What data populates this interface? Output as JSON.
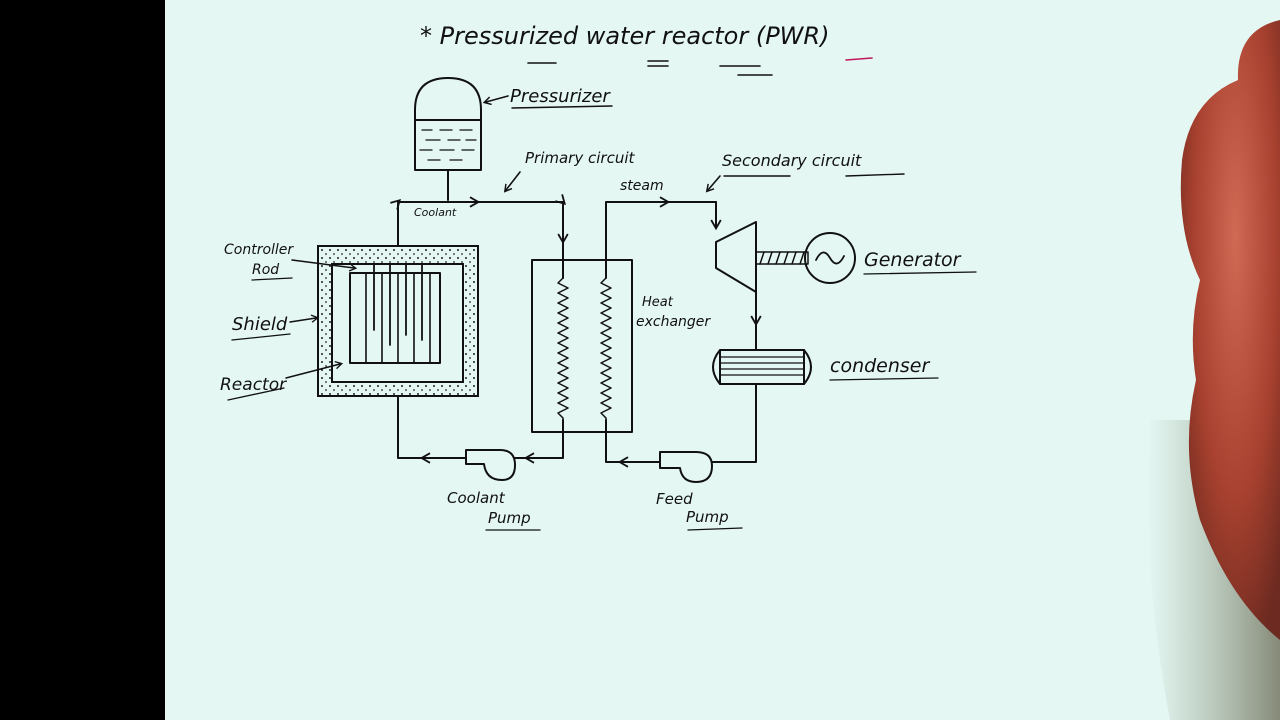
{
  "diagram": {
    "title": "* Pressurized water reactor (PWR)",
    "labels": {
      "pressurizer": "Pressurizer",
      "primary_circuit": "Primary circuit",
      "secondary_circuit": "Secondary circuit",
      "steam": "steam",
      "coolant": "Coolant",
      "controller_rod": "Controller",
      "controller_rod_2": "Rod",
      "shield": "Shield",
      "reactor": "Reactor",
      "heat_exchanger": "Heat",
      "heat_exchanger_2": "exchanger",
      "generator": "Generator",
      "condenser": "condenser",
      "coolant_pump": "Coolant",
      "coolant_pump_2": "Pump",
      "feed_pump": "Feed",
      "feed_pump_2": "Pump"
    }
  },
  "colors": {
    "paper": "#e4f7f3",
    "ink": "#111111",
    "background": "#000000",
    "skin": "#b0473a"
  }
}
